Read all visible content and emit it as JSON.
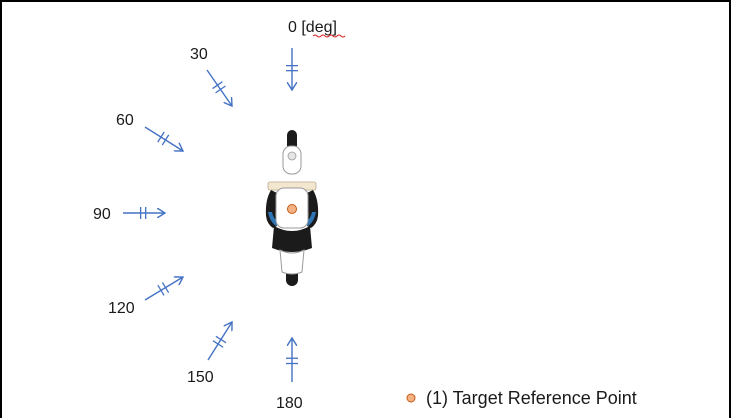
{
  "angle_labels": [
    {
      "id": "a0",
      "text": "0 [deg]"
    },
    {
      "id": "a30",
      "text": "30"
    },
    {
      "id": "a60",
      "text": "60"
    },
    {
      "id": "a90",
      "text": "90"
    },
    {
      "id": "a120",
      "text": "120"
    },
    {
      "id": "a150",
      "text": "150"
    },
    {
      "id": "a180",
      "text": "180"
    }
  ],
  "legend": {
    "label": "(1) Target Reference Point",
    "marker_color": "#f4b183",
    "marker_border": "#c55a11"
  },
  "colors": {
    "arrow": "#4472c4",
    "border": "#000000",
    "body_black": "#1b1b1b",
    "body_blue": "#2e75b6",
    "body_white": "#ffffff"
  },
  "icons": {
    "vehicle": "motorcycle-top-view-icon",
    "arrow": "direction-arrow-icon"
  }
}
